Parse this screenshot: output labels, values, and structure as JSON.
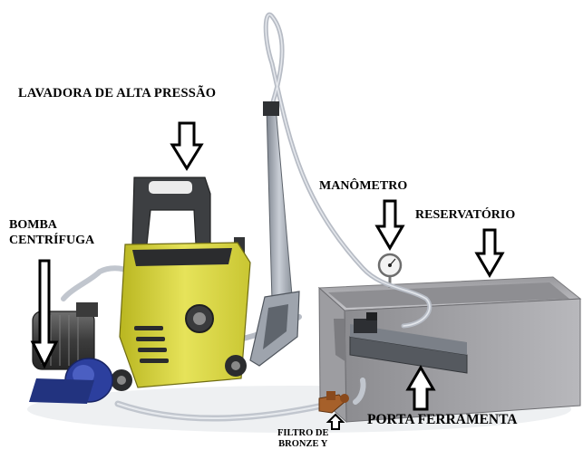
{
  "labels": {
    "lavadora": "LAVADORA DE ALTA PRESSÃO",
    "manometro": "MANÔMETRO",
    "reservatorio": "RESERVATÓRIO",
    "bomba_line1": "BOMBA",
    "bomba_line2": "CENTRÍFUGA",
    "porta_ferramenta": "PORTA FERRAMENTA",
    "filtro_line1": "FILTRO DE",
    "filtro_line2": "BRONZE Y"
  },
  "colors": {
    "washer_body": "#d7d43a",
    "washer_dark": "#3a3a3a",
    "pump_motor": "#4d4d4d",
    "pump_blue": "#2c3f9e",
    "hose": "#c3c8d0",
    "tank": "#a9a9ad",
    "filter_bronze": "#a6602a",
    "arrow_stroke": "#000000"
  },
  "icons": [
    "down-arrow-icon",
    "up-arrow-icon"
  ]
}
